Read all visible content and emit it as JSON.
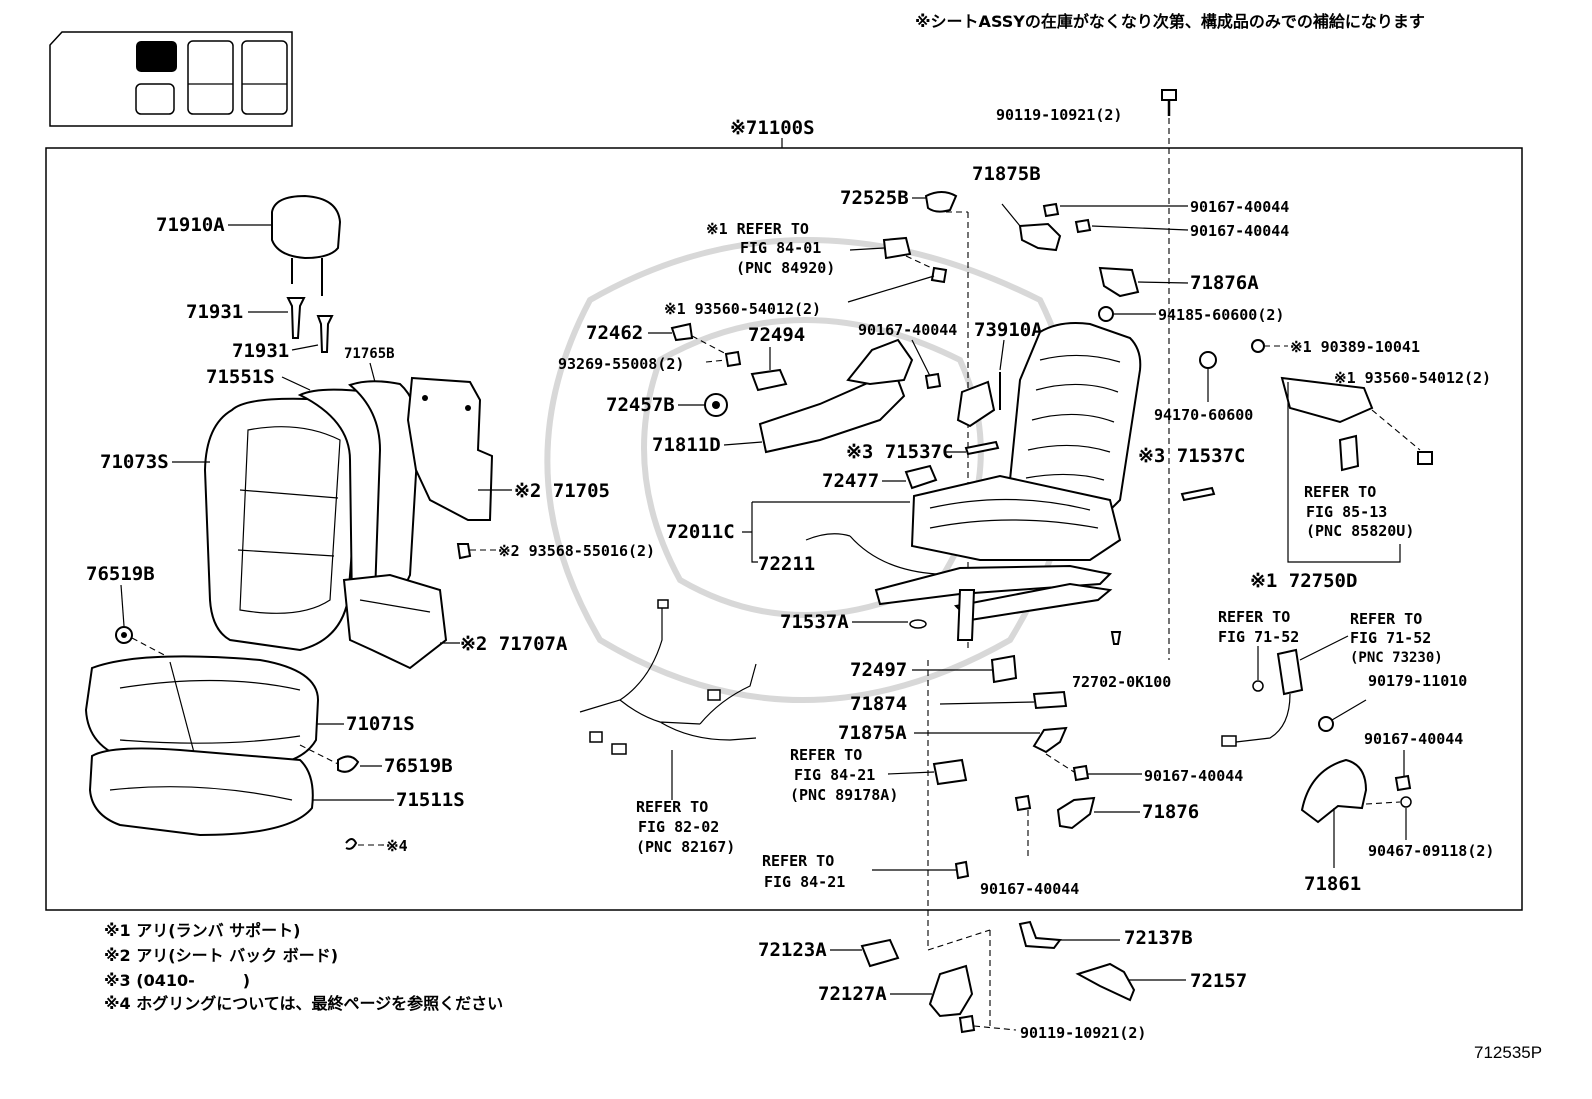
{
  "header_note": "※シートASSYの在庫がなくなり次第、構成品のみでの補給になります",
  "assembly_label": "※71100S",
  "figure_code": "712535P",
  "footnotes": [
    "※1 アリ(ランバ サポート)",
    "※2 アリ(シート バック ボード)",
    "※3 (0410-　　　)",
    "※4 ホグリングについては、最終ページを参照ください"
  ],
  "parts": {
    "p71910A": "71910A",
    "p71931a": "71931",
    "p71931b": "71931",
    "p71765B": "71765B",
    "p71551S": "71551S",
    "p71073S": "71073S",
    "p71705": "※2 71705",
    "p93568": "※2 93568-55016(2)",
    "p76519B_a": "76519B",
    "p71707A": "※2 71707A",
    "p71071S": "71071S",
    "p76519B_b": "76519B",
    "p71511S": "71511S",
    "p_hog": "※4",
    "p72525B": "72525B",
    "p71875B": "71875B",
    "p90167_1": "90167-40044",
    "p90167_2": "90167-40044",
    "p71876A": "71876A",
    "p94185": "94185-60600(2)",
    "p90119_top": "90119-10921(2)",
    "p93560_a": "※1 93560-54012(2)",
    "p72462": "72462",
    "p72494": "72494",
    "p93269": "93269-55008(2)",
    "p90167_3": "90167-40044",
    "p73910A": "73910A",
    "p90389": "※1 90389-10041",
    "p93560_b": "※1 93560-54012(2)",
    "p72457B": "72457B",
    "p94170": "94170-60600",
    "p71811D": "71811D",
    "p71537C_a": "※3 71537C",
    "p71537C_b": "※3 71537C",
    "p72477": "72477",
    "p72011C": "72011C",
    "p72211": "72211",
    "p72750D": "※1 72750D",
    "p71537A": "71537A",
    "p72497": "72497",
    "p72702": "72702-0K100",
    "p71874": "71874",
    "p71875A": "71875A",
    "p90179": "90179-11010",
    "p90167_4": "90167-40044",
    "p90167_5": "90167-40044",
    "p71876": "71876",
    "p90467": "90467-09118(2)",
    "p71861": "71861",
    "p90167_6": "90167-40044",
    "p72137B": "72137B",
    "p72123A": "72123A",
    "p72157": "72157",
    "p72127A": "72127A",
    "p90119_bot": "90119-10921(2)"
  },
  "refers": {
    "r84_01": [
      "※1 REFER TO",
      "FIG 84-01",
      "(PNC 84920)"
    ],
    "r85_13": [
      "REFER TO",
      "FIG 85-13",
      "(PNC 85820U)"
    ],
    "r71_52a": [
      "REFER TO",
      "FIG 71-52"
    ],
    "r71_52b": [
      "REFER TO",
      "FIG 71-52",
      "(PNC 73230)"
    ],
    "r84_21a": [
      "REFER TO",
      "FIG 84-21",
      "(PNC 89178A)"
    ],
    "r82_02": [
      "REFER TO",
      "FIG 82-02",
      "(PNC 82167)"
    ],
    "r84_21b": [
      "REFER TO",
      "FIG 84-21"
    ]
  }
}
